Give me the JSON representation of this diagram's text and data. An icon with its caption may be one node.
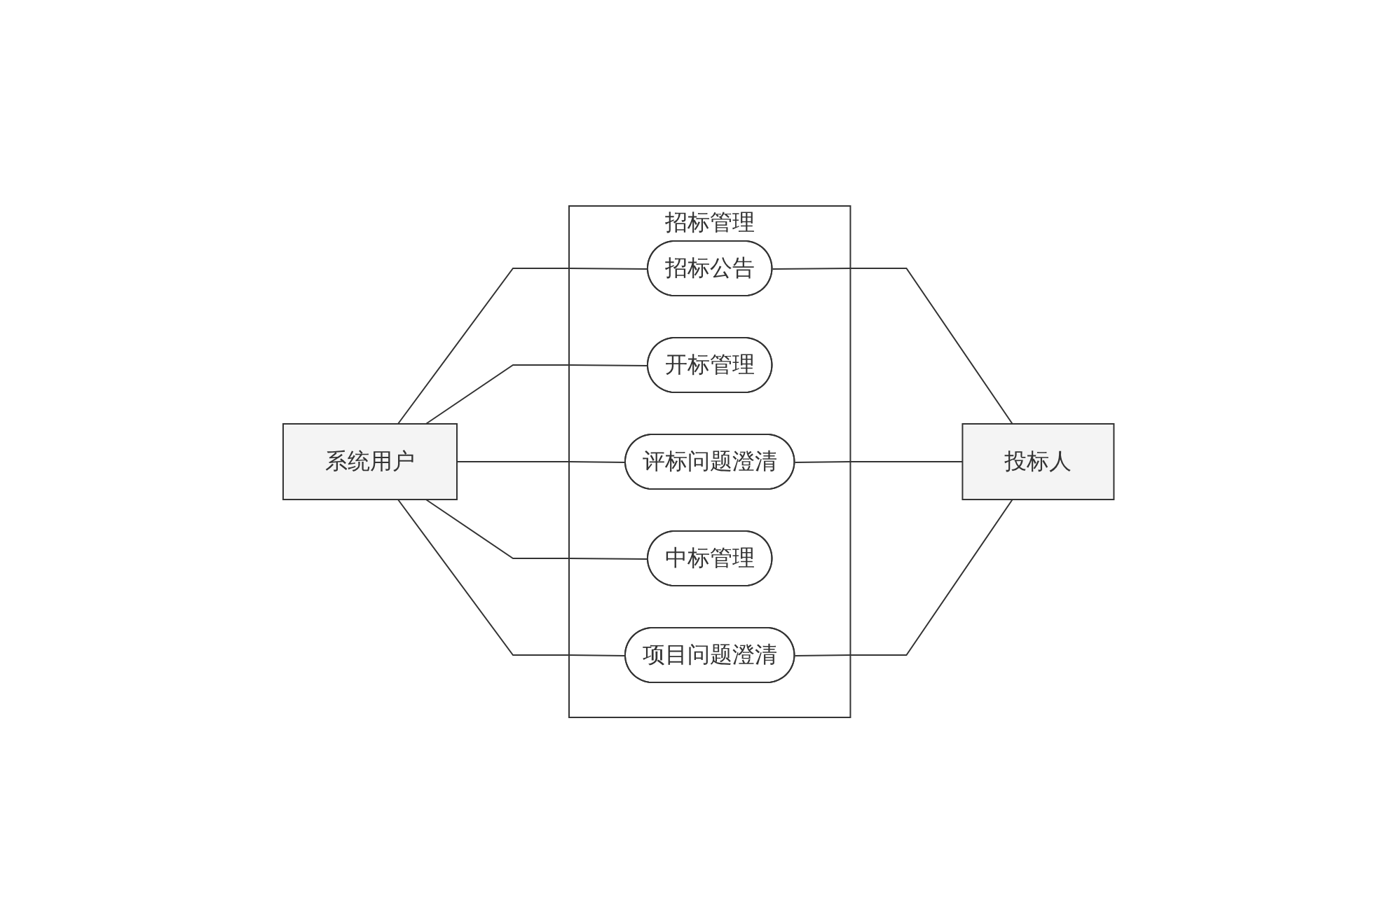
{
  "diagram": {
    "nodes": [
      {
        "text": [
          "招标管理"
        ]
      },
      {
        "text": [
          "招标公告"
        ],
        "in": 0
      },
      {
        "text": [
          "开标管理"
        ],
        "in": 0
      },
      {
        "text": [
          "评标问题澄清"
        ],
        "in": 0
      },
      {
        "text": [
          "中标管理"
        ],
        "in": 0
      },
      {
        "text": [
          "项目问题澄清"
        ],
        "in": 0
      },
      {
        "text": [
          "系统用户"
        ]
      },
      {
        "text": [
          "投标人"
        ]
      }
    ],
    "edges": [
      {
        "from": 6,
        "to": 1,
        "arrow": "none"
      },
      {
        "from": 6,
        "to": 2,
        "arrow": "none"
      },
      {
        "from": 6,
        "to": 3,
        "arrow": "none"
      },
      {
        "from": 6,
        "to": 4,
        "arrow": "none"
      },
      {
        "from": 6,
        "to": 5,
        "arrow": "none"
      },
      {
        "from": 1,
        "to": 7,
        "arrow": "none"
      },
      {
        "from": 3,
        "to": 7,
        "arrow": "none"
      },
      {
        "from": 5,
        "to": 7,
        "arrow": "none"
      }
    ]
  }
}
